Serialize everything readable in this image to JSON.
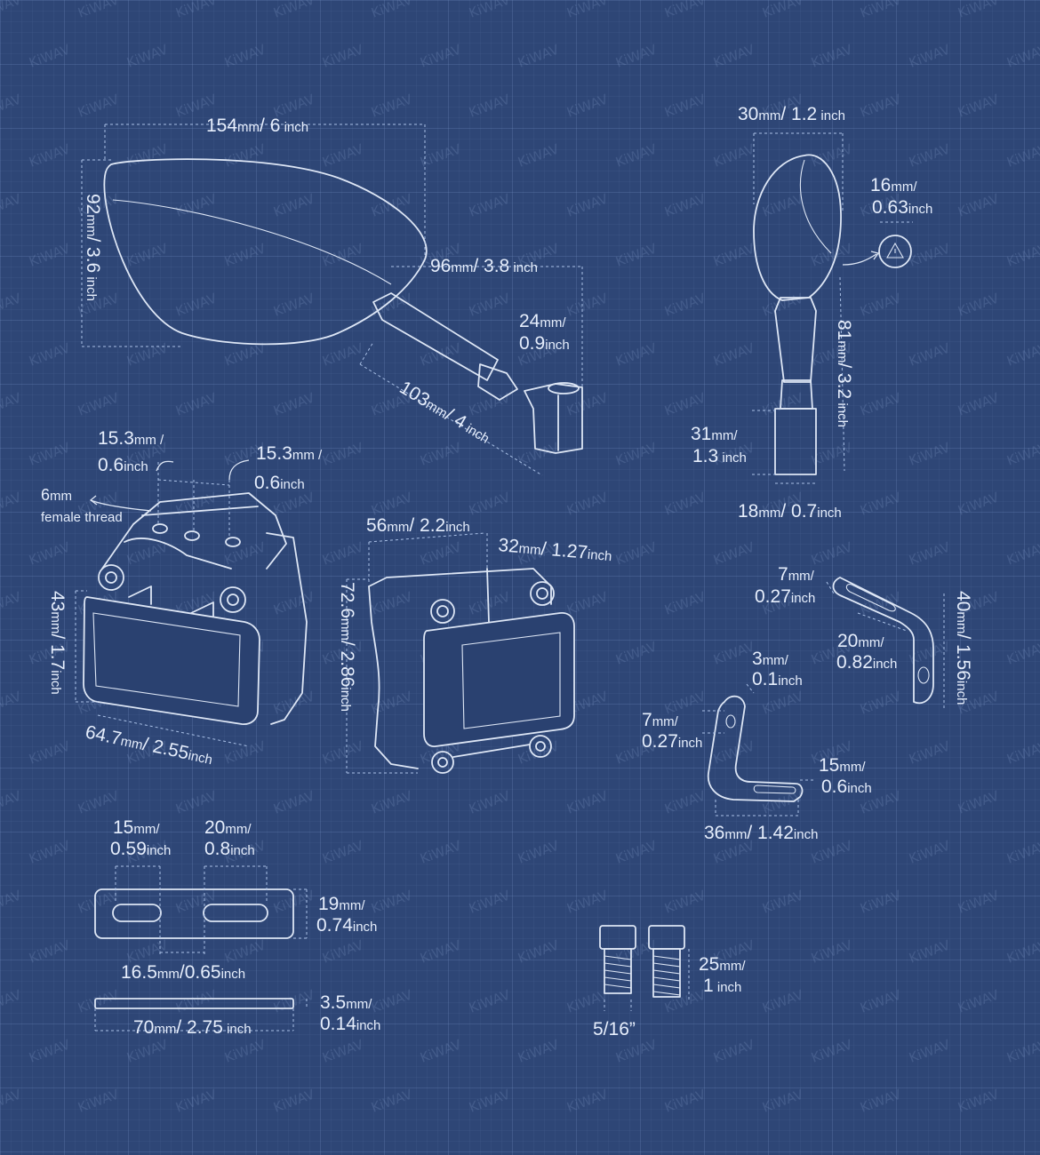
{
  "watermark": "KiWAV",
  "colors": {
    "background": "#2e4676",
    "line": "#dde6f5",
    "text": "#e6eefc"
  },
  "mirror_side": {
    "width": {
      "value": "154",
      "unit_mm": "mm",
      "inch": "/ 6",
      "unit_in": " inch"
    },
    "height": {
      "value": "92",
      "unit_mm": "mm",
      "inch": "/ 3.6",
      "unit_in": " inch"
    },
    "offset": {
      "value": "96",
      "unit_mm": "mm",
      "inch": "/ 3.8",
      "unit_in": " inch"
    },
    "rise_mm": {
      "value": "24",
      "unit": "mm/"
    },
    "rise_in": {
      "value": "0.9",
      "unit": "inch"
    },
    "stem": {
      "value": "103",
      "unit_mm": "mm",
      "inch": "/ 4",
      "unit_in": " inch"
    }
  },
  "mirror_front": {
    "width": {
      "value": "30",
      "unit_mm": "mm",
      "inch": "/ 1.2",
      "unit_in": " inch"
    },
    "face_mm": {
      "value": "16",
      "unit": "mm/"
    },
    "face_in": {
      "value": "0.63",
      "unit": "inch"
    },
    "height": {
      "value": "81",
      "unit_mm": "mm",
      "inch": "/ 3.2",
      "unit_in": " inch"
    },
    "base_mm": {
      "value": "31",
      "unit": "mm/"
    },
    "base_in": {
      "value": "1.3",
      "unit": " inch"
    },
    "base_w": {
      "value": "18",
      "unit_mm": "mm",
      "inch": "/ 0.7",
      "unit_in": "inch"
    }
  },
  "clamp_left": {
    "hole1_mm": {
      "value": "15.3",
      "unit": "mm /"
    },
    "hole1_in": {
      "value": "0.6",
      "unit": "inch"
    },
    "hole2_mm": {
      "value": "15.3",
      "unit": "mm /"
    },
    "hole2_in": {
      "value": "0.6",
      "unit": "inch"
    },
    "thread_value": "6",
    "thread_unit": "mm",
    "thread_label": "female thread",
    "height": {
      "value": "43",
      "unit_mm": "mm",
      "inch": "/ 1.7",
      "unit_in": "inch"
    },
    "width": {
      "value": "64.7",
      "unit_mm": "mm",
      "inch": "/ 2.55",
      "unit_in": "inch"
    }
  },
  "clamp_right": {
    "width": {
      "value": "56",
      "unit_mm": "mm",
      "inch": "/ 2.2",
      "unit_in": "inch"
    },
    "depth": {
      "value": "32",
      "unit_mm": "mm",
      "inch": "/ 1.27",
      "unit_in": "inch"
    },
    "height": {
      "value": "72.6",
      "unit_mm": "mm",
      "inch": "/ 2.86",
      "unit_in": "inch"
    }
  },
  "bracket_a": {
    "slot_mm": {
      "value": "7",
      "unit": "mm/"
    },
    "slot_in": {
      "value": "0.27",
      "unit": "inch"
    },
    "len_mm": {
      "value": "20",
      "unit": "mm/"
    },
    "len_in": {
      "value": "0.82",
      "unit": "inch"
    },
    "height": {
      "value": "40",
      "unit_mm": "mm",
      "inch": "/ 1.56",
      "unit_in": "inch"
    }
  },
  "bracket_b": {
    "thick_mm": {
      "value": "3",
      "unit": "mm/"
    },
    "thick_in": {
      "value": "0.1",
      "unit": "inch"
    },
    "hole_mm": {
      "value": "7",
      "unit": "mm/"
    },
    "hole_in": {
      "value": "0.27",
      "unit": "inch"
    },
    "foot_mm": {
      "value": "15",
      "unit": "mm/"
    },
    "foot_in": {
      "value": "0.6",
      "unit": "inch"
    },
    "width": {
      "value": "36",
      "unit_mm": "mm",
      "inch": "/ 1.42",
      "unit_in": "inch"
    }
  },
  "plate": {
    "slot1_mm": {
      "value": "15",
      "unit": "mm/"
    },
    "slot1_in": {
      "value": "0.59",
      "unit": "inch"
    },
    "slot2_mm": {
      "value": "20",
      "unit": "mm/"
    },
    "slot2_in": {
      "value": "0.8",
      "unit": "inch"
    },
    "height_mm": {
      "value": "19",
      "unit": "mm/"
    },
    "height_in": {
      "value": "0.74",
      "unit": "inch"
    },
    "gap": {
      "value": "16.5",
      "unit_mm": "mm",
      "inch": "/0.65",
      "unit_in": "inch"
    },
    "thick_mm": {
      "value": "3.5",
      "unit": "mm/"
    },
    "thick_in": {
      "value": "0.14",
      "unit": "inch"
    },
    "length": {
      "value": "70",
      "unit_mm": "mm",
      "inch": "/ 2.75",
      "unit_in": " inch"
    }
  },
  "bolts": {
    "len_mm": {
      "value": "25",
      "unit": "mm/"
    },
    "len_in": {
      "value": "1",
      "unit": " inch"
    },
    "size": "5/16”"
  }
}
